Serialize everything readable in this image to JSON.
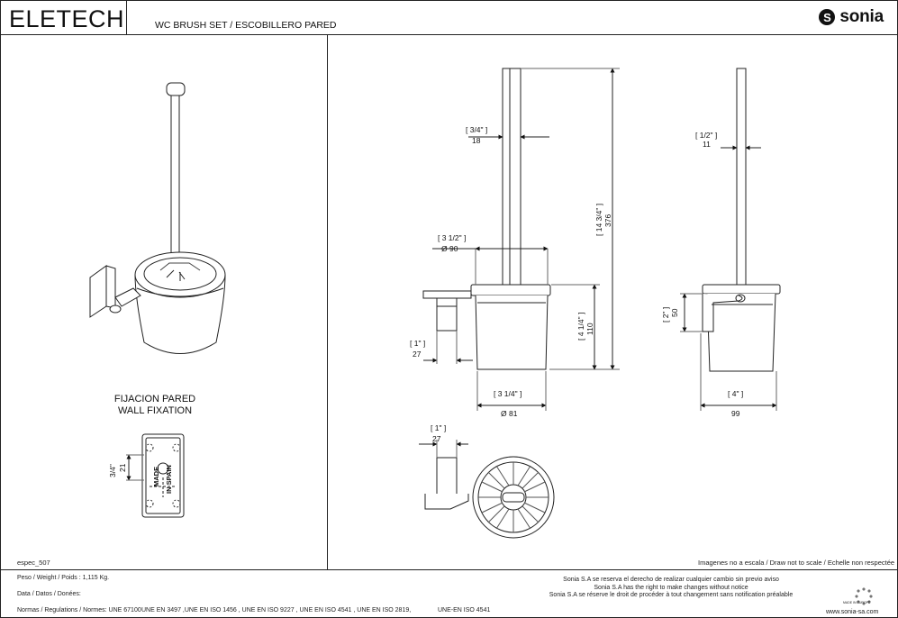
{
  "header": {
    "product": "ELETECH",
    "subtitle": "WC BRUSH SET / ESCOBILLERO PARED",
    "brand": "sonia",
    "brand_logo_letter": "S"
  },
  "left_panel": {
    "fixation_title_es": "FIJACION PARED",
    "fixation_title_en": "WALL FIXATION",
    "plate_text_1": "MADE",
    "plate_text_2": "IN SPAIN",
    "plate_dim_in": "3/4\"",
    "plate_dim_mm": "21",
    "code": "espec_507"
  },
  "dimensions": {
    "rod_width_in": "[ 3/4\" ]",
    "rod_width_mm": "18",
    "cup_diam_top_in": "[ 3 1/2\" ]",
    "cup_diam_top_mm": "Ø 90",
    "total_height_in": "[ 14 3/4\" ]",
    "total_height_mm": "376",
    "cup_height_in": "[ 4 1/4\" ]",
    "cup_height_mm": "110",
    "wall_offset_in": "[ 1\" ]",
    "wall_offset_mm": "27",
    "cup_diam_bottom_in": "[ 3 1/4\" ]",
    "cup_diam_bottom_mm": "Ø 81",
    "side_rod_in": "[ 1/2\" ]",
    "side_rod_mm": "11",
    "side_bracket_in": "[ 2\" ]",
    "side_bracket_mm": "50",
    "side_depth_in": "[ 4\" ]",
    "side_depth_mm": "99",
    "top_offset_in": "[ 1\" ]",
    "top_offset_mm": "27"
  },
  "notes": {
    "scale": "Imagenes no a escala / Draw not to scale / Echelle non respectée"
  },
  "footer": {
    "weight": "Peso / Weight / Poids : 1,115 Kg.",
    "data": "Data / Datos / Donées:",
    "norms_label": "Normas / Regulations / Normes: UNE 67100",
    "norms_list": "UNE EN 3497 ,UNE EN ISO 1456 , UNE EN ISO 9227 , UNE EN ISO 4541 , UNE EN ISO 2819,",
    "norms_extra": "UNE-EN ISO 4541",
    "legal_es": "Sonia S.A se reserva el derecho de realizar cualquier cambio sin previo aviso",
    "legal_en": "Sonia S.A has the right to make changes without notice",
    "legal_fr": "Sonia S.A se réserve le droit de procéder à tout changement sans notification préalable",
    "eu_label": "MADE IN EUROPE",
    "website": "www.sonia-sa.com"
  }
}
